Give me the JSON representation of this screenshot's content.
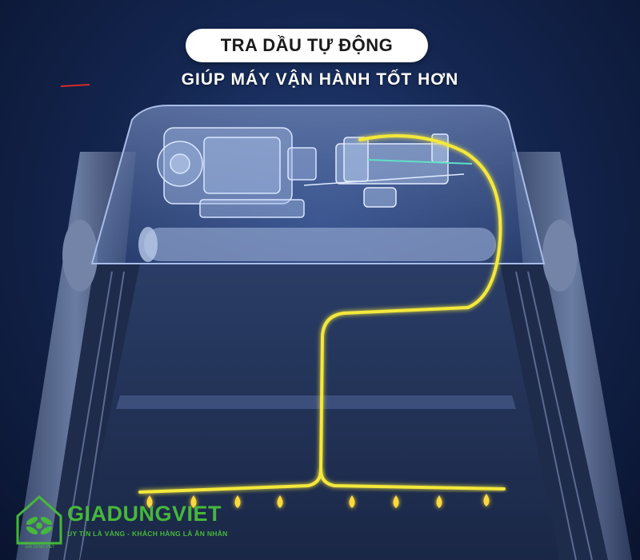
{
  "title": "TRA DẦU TỰ ĐỘNG",
  "subtitle": "GIÚP MÁY VẬN HÀNH TỐT HƠN",
  "logo": {
    "name": "GIADUNGVIET",
    "slogan": "UY TÍN LÀ VÀNG - KHÁCH HÀNG LÀ ÂN NHÂN",
    "mark_text": "GIA DUNG VIET"
  },
  "colors": {
    "background": "#142650",
    "oil_line": "#f4e83a",
    "logo_green": "#46b83a"
  },
  "icons": [
    "house-leaf-logo-icon",
    "oil-drop-icon"
  ]
}
